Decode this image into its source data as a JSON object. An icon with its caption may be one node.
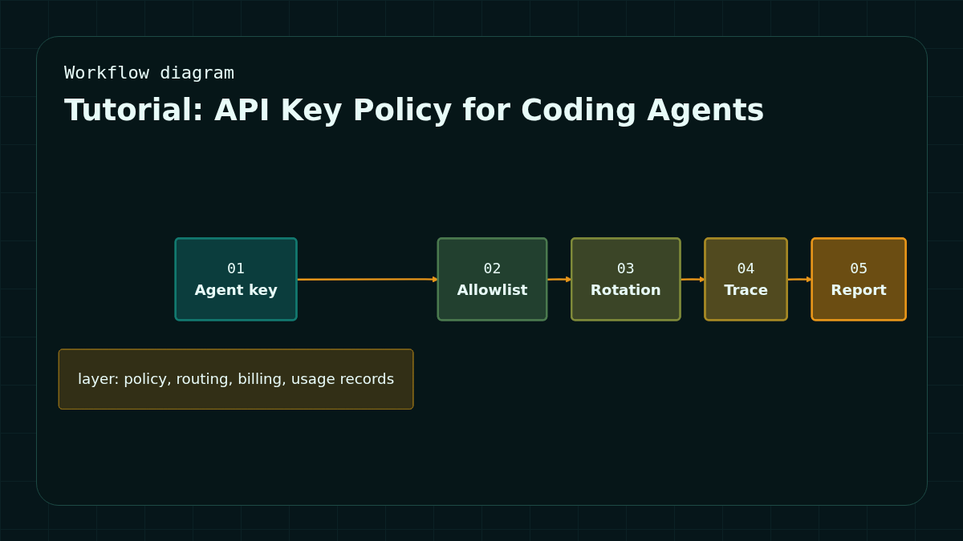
{
  "diagram": {
    "title": "Tutorial: API Key Policy for Coding Agents",
    "nodes": [
      {
        "text": [
          "01",
          "Agent key"
        ]
      },
      {
        "text": [
          "02",
          "Allowlist"
        ]
      },
      {
        "text": [
          "03",
          "Rotation"
        ]
      },
      {
        "text": [
          "04",
          "Trace"
        ]
      },
      {
        "text": [
          "05",
          "Report"
        ]
      },
      {
        "text": [
          "layer: policy, routing, billing, usage records"
        ]
      }
    ],
    "edges": [
      {
        "from": 0,
        "to": 1,
        "arrow": "to"
      },
      {
        "from": 1,
        "to": 2,
        "arrow": "to"
      },
      {
        "from": 2,
        "to": 3,
        "arrow": "to"
      },
      {
        "from": 3,
        "to": 4,
        "arrow": "to"
      }
    ],
    "labels": [
      "Workflow diagram"
    ]
  }
}
